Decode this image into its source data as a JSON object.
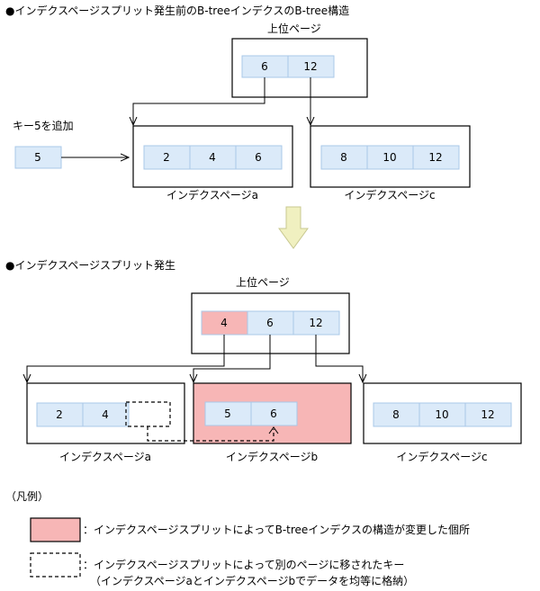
{
  "section1": {
    "title": "●インデクスページスプリット発生前のB-treeインデクスのB-tree構造",
    "upper_page_label": "上位ページ",
    "upper_keys": [
      "6",
      "12"
    ],
    "add_key_label": "キー5を追加",
    "new_key": "5",
    "page_a_keys": [
      "2",
      "4",
      "6"
    ],
    "page_a_label": "インデクスページa",
    "page_c_keys": [
      "8",
      "10",
      "12"
    ],
    "page_c_label": "インデクスページc"
  },
  "section2": {
    "title": "●インデクスページスプリット発生",
    "upper_page_label": "上位ページ",
    "upper_keys": [
      "4",
      "6",
      "12"
    ],
    "page_a_keys": [
      "2",
      "4"
    ],
    "page_a_label": "インデクスページa",
    "page_b_keys": [
      "5",
      "6"
    ],
    "page_b_label": "インデクスページb",
    "page_c_keys": [
      "8",
      "10",
      "12"
    ],
    "page_c_label": "インデクスページc"
  },
  "legend": {
    "title": "（凡例）",
    "changed_text": "：インデクスページスプリットによってB-treeインデクスの構造が変更した個所",
    "moved_text_line1": "：インデクスページスプリットによって別のページに移されたキー",
    "moved_text_line2": "（インデクスページaとインデクスページbでデータを均等に格納）"
  },
  "colors": {
    "changed_fill": "#f7b6b6",
    "key_cell_fill": "#dbeaf9",
    "transition_arrow": "#f0f0c0"
  }
}
